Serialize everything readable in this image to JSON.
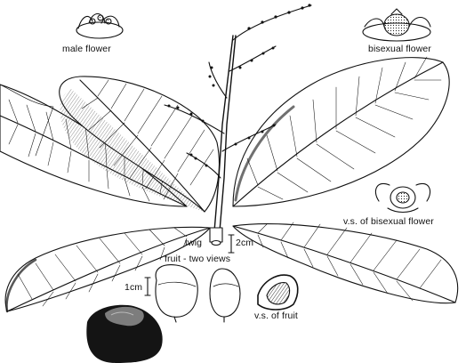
{
  "labels": {
    "male_flower": "male flower",
    "bisexual_flower": "bisexual flower",
    "vs_bisexual_flower": "v.s. of bisexual flower",
    "twig": "twig",
    "scale_2cm": "2cm",
    "fruit_two_views": "fruit - two views",
    "scale_1cm": "1cm",
    "vs_fruit": "v.s. of fruit"
  }
}
